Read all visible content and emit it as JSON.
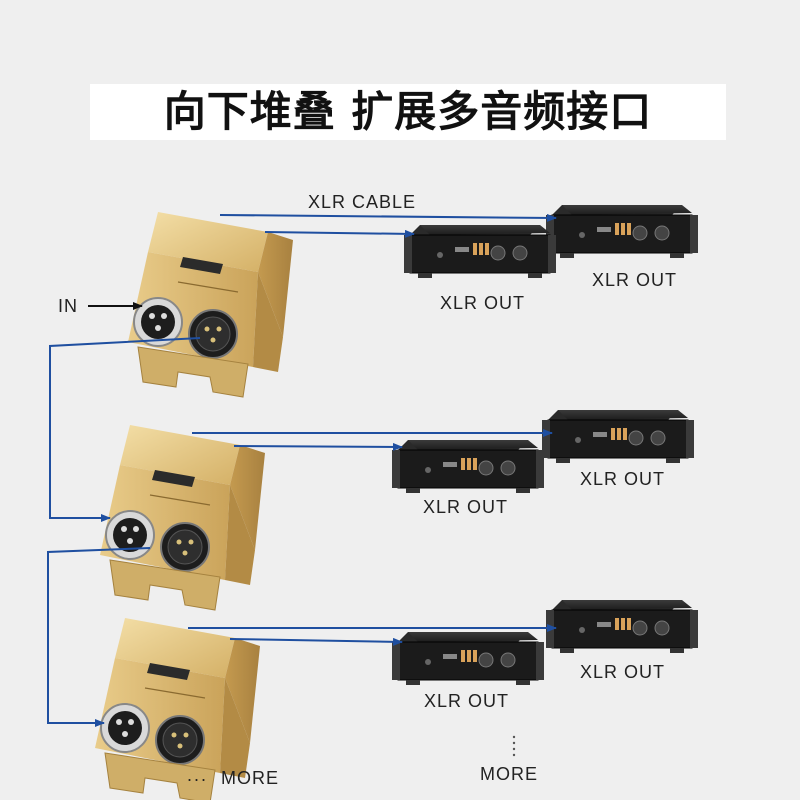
{
  "title": "向下堆叠 扩展多音频接口",
  "labels": {
    "cable": "XLR CABLE",
    "input": "IN",
    "xlr_out_row1_front": "XLR OUT",
    "xlr_out_row1_back": "XLR OUT",
    "xlr_out_row2_front": "XLR OUT",
    "xlr_out_row2_back": "XLR OUT",
    "xlr_out_row3_front": "XLR OUT",
    "xlr_out_row3_back": "XLR OUT",
    "more_left": "MORE",
    "more_right": "MORE",
    "ellipsis": "..."
  },
  "colors": {
    "arrow": "#1f4fa0",
    "box_gold": "#d7b66d",
    "amp_black": "#1a1a1a"
  }
}
